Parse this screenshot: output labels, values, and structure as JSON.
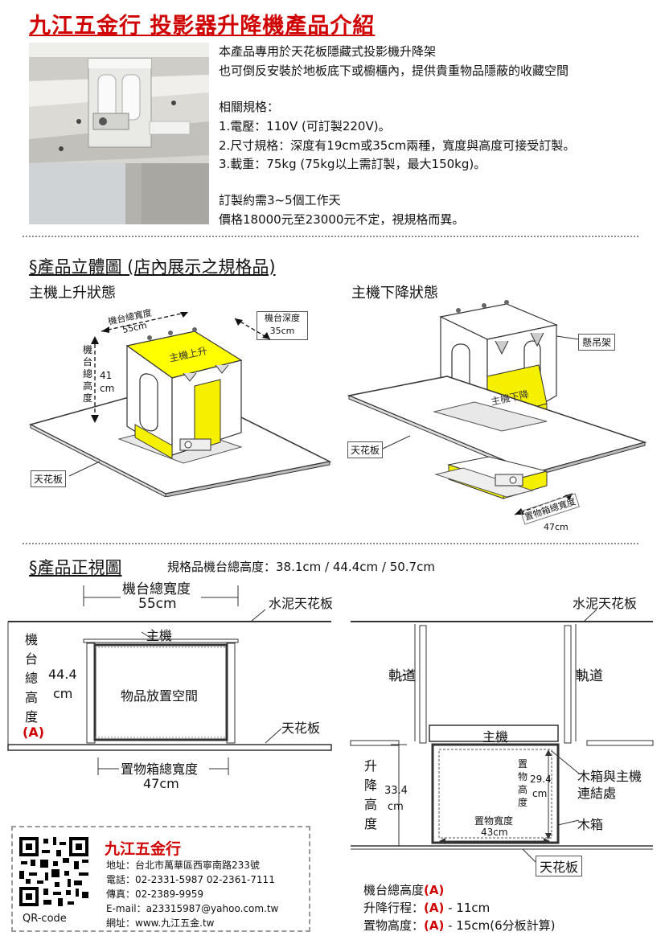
{
  "title": "九江五金行  投影器升降機產品介紹",
  "intro": {
    "lines": [
      "本產品專用於天花板隱藏式投影機升降架",
      "也可倒反安裝於地板底下或櫥櫃內，提供貴重物品隱蔽的收藏空間",
      "相關規格：",
      "1.電壓：110V  (可訂製220V)。",
      "2.尺寸規格：深度有19cm或35cm兩種，寬度與高度可接受訂製。",
      "3.載重：75kg  (75kg以上需訂製，最大150kg)。",
      "訂製約需3~5個工作天",
      "價格18000元至23000元不定，視規格而異。"
    ]
  },
  "section1": {
    "title": "§產品立體圖 (店內展示之規格品)",
    "left_label": "主機上升狀態",
    "right_label": "主機下降狀態",
    "left": {
      "width_label": "機台總寬度",
      "width_value": "55cm",
      "depth_label": "機台深度",
      "depth_value": "35cm",
      "height_label": [
        "機",
        "台",
        "總",
        "高",
        "度"
      ],
      "height_value": "41",
      "height_unit": "cm",
      "box_label": "主機上升",
      "ceiling": "天花板"
    },
    "right": {
      "hanger": "懸吊架",
      "box_label": "主機下降",
      "ceiling": "天花板",
      "width_label": "置物箱總寬度",
      "width_value": "47cm"
    }
  },
  "section2": {
    "title": "§產品正視圖",
    "spec": "規格品機台總高度：38.1cm  /  44.4cm  /  50.7cm",
    "left": {
      "width_label": "機台總寬度",
      "width_value": "55cm",
      "cement": "水泥天花板",
      "host": "主機",
      "height_label": [
        "機",
        "台",
        "總",
        "高",
        "度"
      ],
      "height_value": "44.4",
      "height_unit": "cm",
      "height_code": "(A)",
      "storage": "物品放置空間",
      "ceiling": "天花板",
      "box_width_label": "置物箱總寬度",
      "box_width_value": "47cm"
    },
    "right": {
      "cement": "水泥天花板",
      "rail_left": "軌道",
      "rail_right": "軌道",
      "host": "主機",
      "lift_label": [
        "升",
        "降",
        "高",
        "度"
      ],
      "lift_value": "33.4",
      "lift_unit": "cm",
      "space_label": [
        "置",
        "物",
        "高",
        "度"
      ],
      "space_value": "29.4",
      "space_unit": "cm",
      "box_width_label": "置物寬度",
      "box_width_value": "43cm",
      "joint": [
        "木箱與主機",
        "連結處"
      ],
      "wood_box": "木箱",
      "ceiling": "天花板"
    },
    "formula": {
      "l1_text": "機台總高度",
      "l1_code": "(A)",
      "l2_text": "升降行程：",
      "l2_code": "(A)",
      "l2_rest": " - 11cm",
      "l3_text": "置物高度：",
      "l3_code": "(A)",
      "l3_rest": " - 15cm(6分板計算)"
    }
  },
  "contact": {
    "qr_label": "QR-code",
    "name": "九江五金行",
    "address": "地址：台北市萬華區西寧南路233號",
    "phone": "電話：02-2331-5987    02-2361-7111",
    "fax": "傳真：02-2389-9959",
    "email": "E-mail：a23315987@yahoo.com.tw",
    "web": "網址：www.九江五金.tw"
  },
  "colors": {
    "title": "#d00000",
    "highlight": "#ffff00",
    "box_yellow": "#f4f000",
    "code_red": "#d00000"
  }
}
